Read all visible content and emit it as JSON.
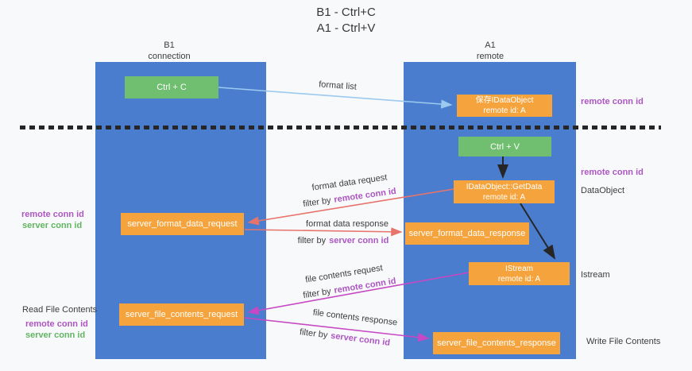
{
  "title": {
    "line1": "B1 - Ctrl+C",
    "line2": "A1 - Ctrl+V"
  },
  "lanes": {
    "left": {
      "title": "B1",
      "subtitle": "connection"
    },
    "right": {
      "title": "A1",
      "subtitle": "remote"
    }
  },
  "nodes": {
    "ctrl_c": {
      "label": "Ctrl + C"
    },
    "save_idataobject": {
      "line1": "保存IDataObject",
      "line2": "remote id: A"
    },
    "ctrl_v": {
      "label": "Ctrl + V"
    },
    "getdata": {
      "line1": "IDataObject::GetData",
      "line2": "remote id: A"
    },
    "server_format_data_request": {
      "label": "server_format_data_request"
    },
    "server_format_data_response": {
      "label": "server_format_data_response"
    },
    "istream": {
      "line1": "IStream",
      "line2": "remote id: A"
    },
    "server_file_contents_request": {
      "label": "server_file_contents_request"
    },
    "server_file_contents_response": {
      "label": "server_file_contents_response"
    }
  },
  "edge_labels": {
    "format_list": "format list",
    "format_data_request": "format data request",
    "format_data_response": "format data response",
    "file_contents_request": "file contents request",
    "file_contents_response": "file contents response",
    "filter_by": "filter by",
    "remote_conn_id": "remote conn id",
    "server_conn_id": "server conn id"
  },
  "side_labels": {
    "remote_conn_id_top": "remote conn id",
    "remote_conn_id_mid": "remote conn id",
    "dataobject": "DataObject",
    "istream": "Istream",
    "read_file_contents": "Read File Contents",
    "write_file_contents": "Write File Contents",
    "left_remote_conn_id_1": "remote conn id",
    "left_server_conn_id_1": "server conn id",
    "left_remote_conn_id_2": "remote conn id",
    "left_server_conn_id_2": "server conn id"
  },
  "colors": {
    "lane_blue": "#4a7dce",
    "box_orange": "#f5a43d",
    "box_green": "#70bf70",
    "arrow_red": "#e7746c",
    "arrow_magenta": "#c748c4",
    "arrow_light_blue": "#9cc9f0",
    "arrow_black": "#262626",
    "text_purple": "#ad56c3",
    "text_green": "#62b562"
  }
}
